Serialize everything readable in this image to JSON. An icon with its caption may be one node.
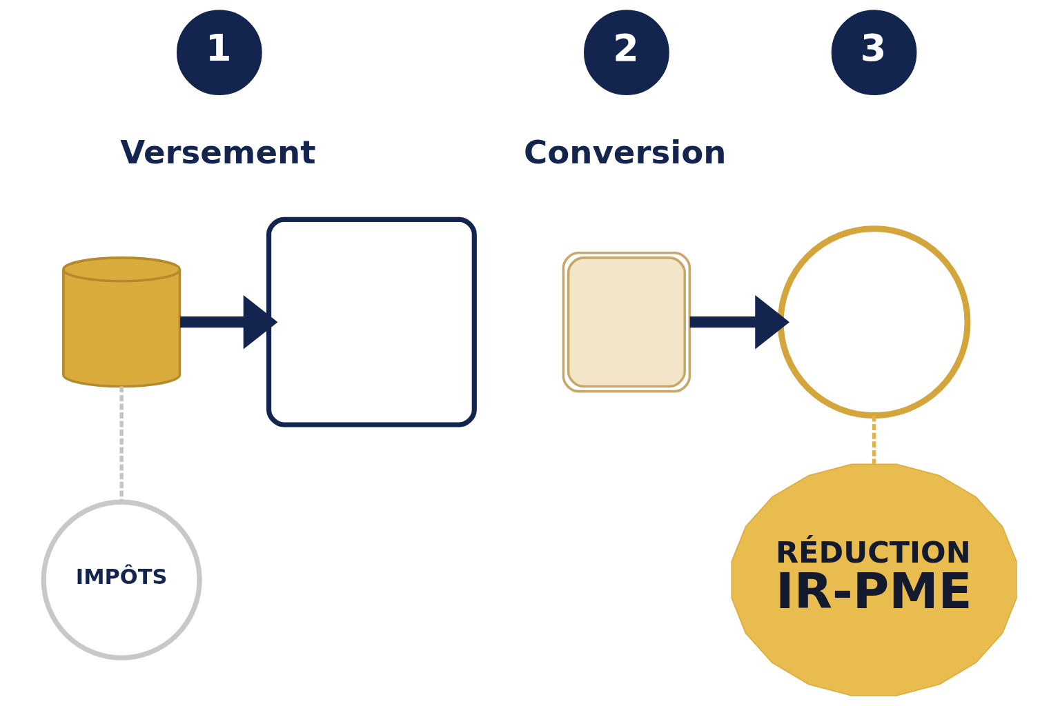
{
  "diagram": {
    "nodes": [
      {
        "text": [
          "1"
        ],
        "beside": [
          "Versement"
        ]
      },
      {
        "text": [
          "2"
        ],
        "beside": [
          "Conversion"
        ]
      },
      {
        "text": [
          "3"
        ]
      },
      {
        "text": [],
        "shape": "cylinder"
      },
      {
        "text": [],
        "shape": "box"
      },
      {
        "text": [],
        "shape": "picture"
      },
      {
        "text": [],
        "shape": "circle"
      },
      {
        "text": [
          "IMPÔTS"
        ]
      },
      {
        "text": [
          "RÉDUCTION",
          "IR-PME"
        ]
      }
    ],
    "edges": [
      {
        "from": 3,
        "to": 4,
        "arrow": "to",
        "style": "thick"
      },
      {
        "from": 5,
        "to": 6,
        "arrow": "to",
        "style": "thick"
      },
      {
        "from": 3,
        "to": 7,
        "arrow": "none",
        "style": "dashed",
        "color": "#c4c4c4"
      },
      {
        "from": 6,
        "to": 8,
        "arrow": "none",
        "style": "dashed",
        "color": "#e0b24a"
      }
    ]
  }
}
